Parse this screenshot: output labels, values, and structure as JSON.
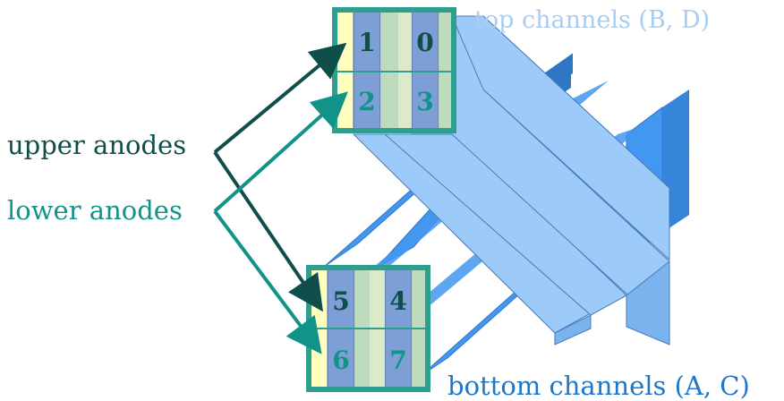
{
  "labels": {
    "top_channels": "top channels (B, D)",
    "bottom_channels": "bottom channels (A, C)",
    "upper_anodes": "upper anodes",
    "lower_anodes": "lower anodes"
  },
  "anodes": {
    "a0": "0",
    "a1": "1",
    "a2": "2",
    "a3": "3",
    "a4": "4",
    "a5": "5",
    "a6": "6",
    "a7": "7"
  },
  "colors": {
    "upper_anode": "#0f4e4a",
    "lower_anode": "#12938a",
    "top_channel_label": "#a9cdf0",
    "bottom_channel_label": "#1f77c8",
    "channel_light": "#9ccbfa",
    "channel_dark": "#4297f0",
    "pad_yellow": "#ffffc0",
    "pad_blue": "#7d9fd6",
    "pad_green": "#b8d7be",
    "frame": "#2e9f8f"
  }
}
